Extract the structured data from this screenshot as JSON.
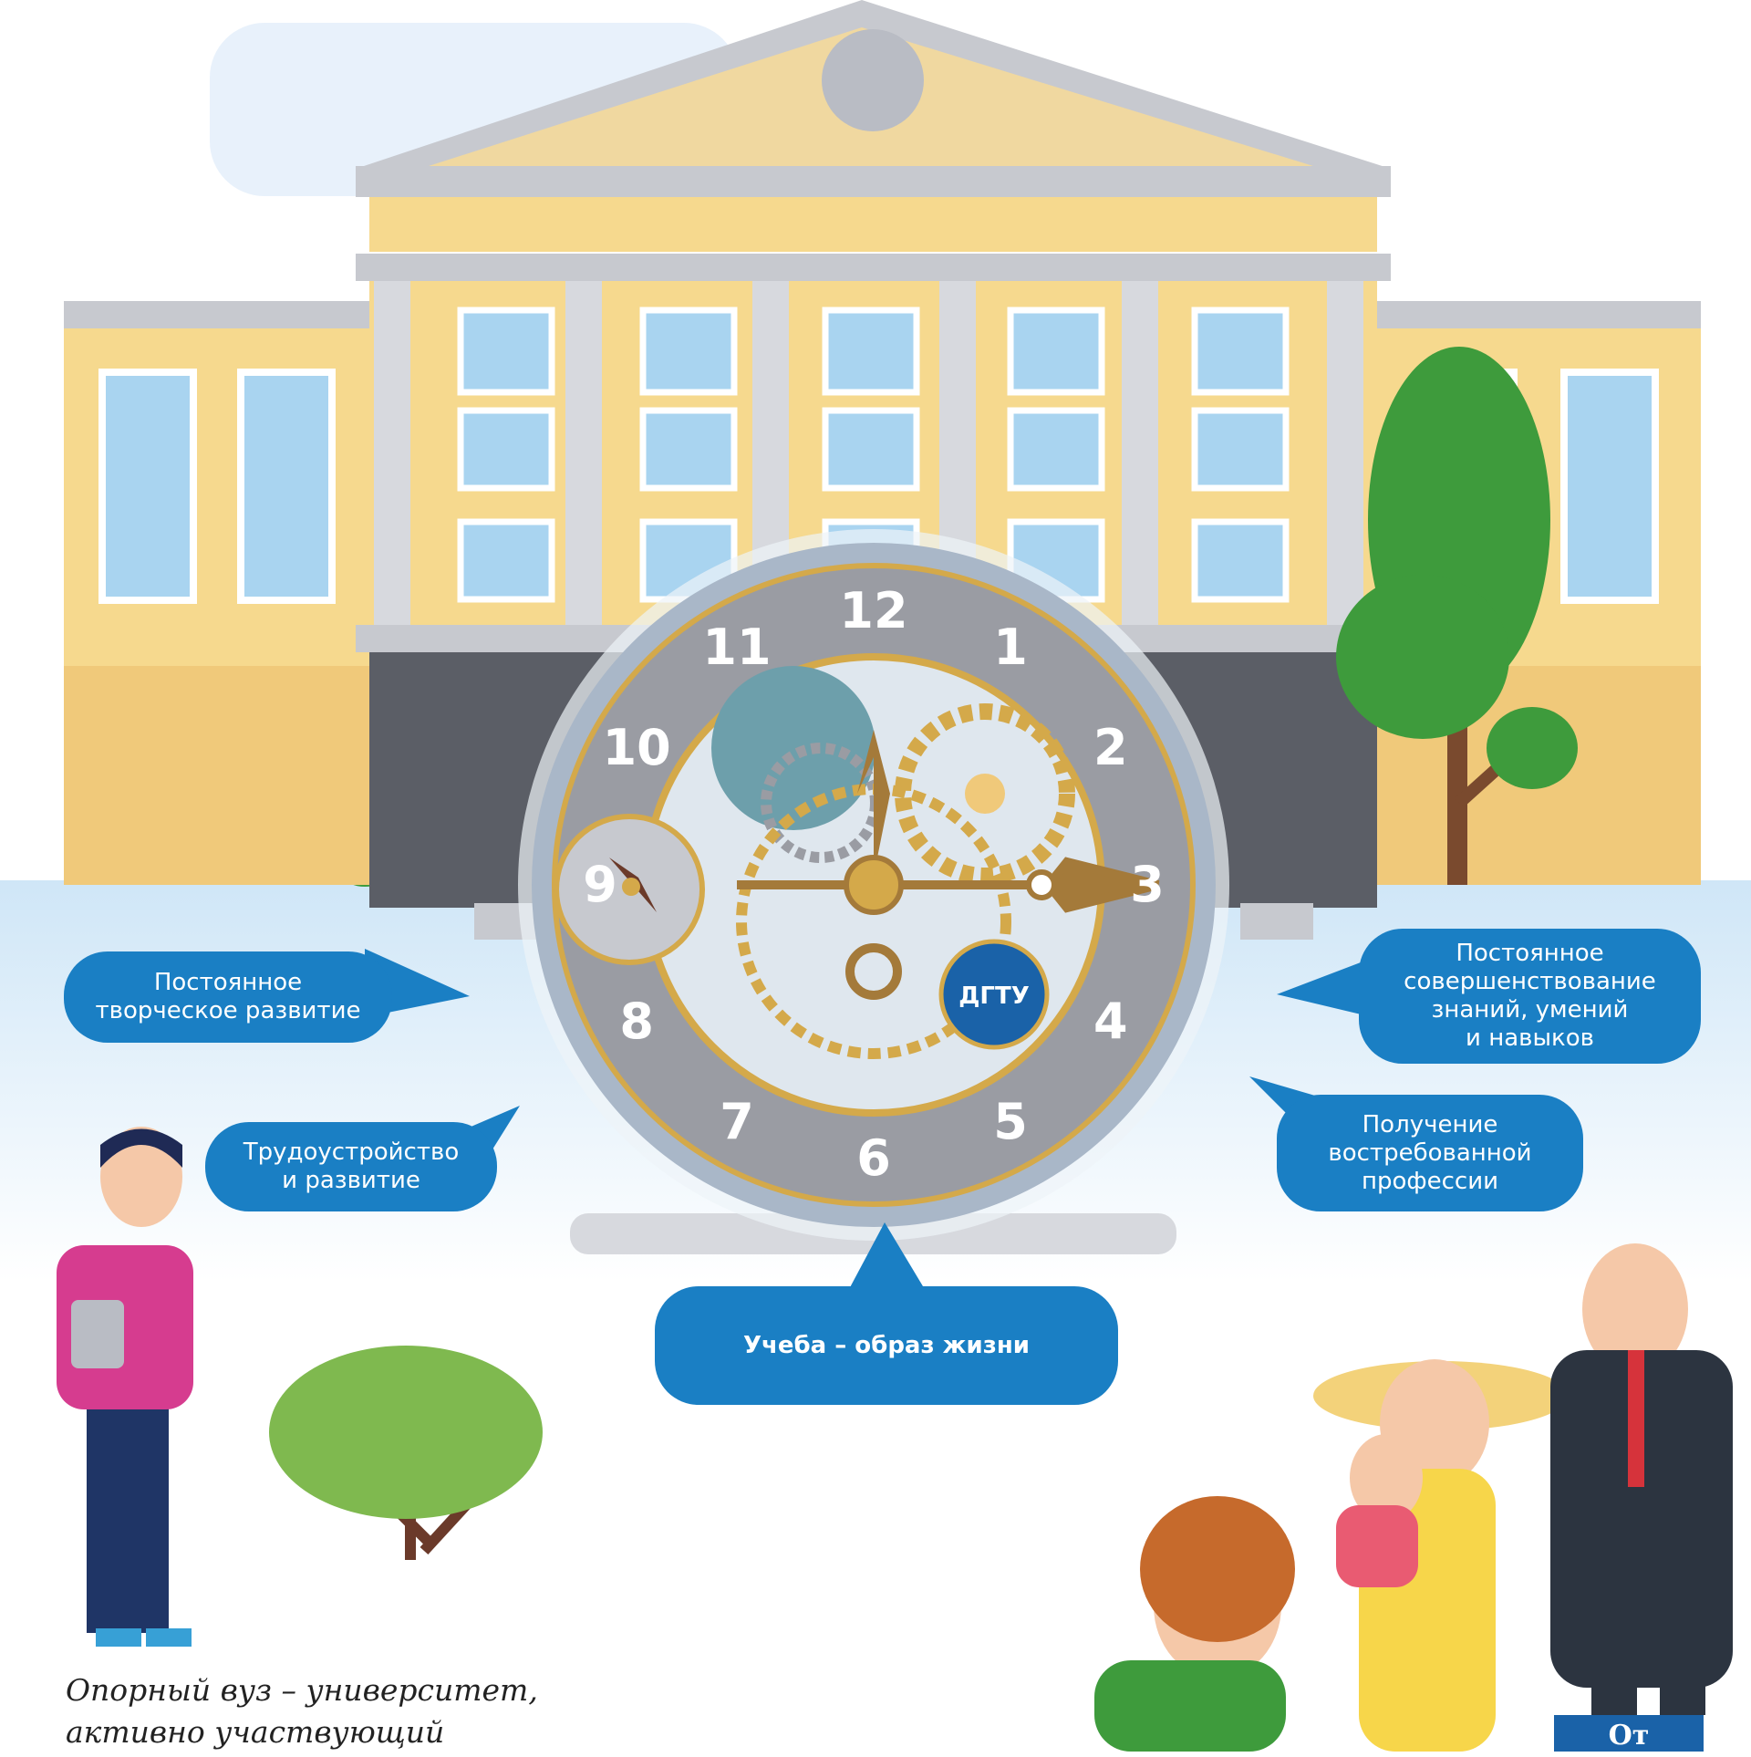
{
  "clock": {
    "numerals": [
      "12",
      "1",
      "2",
      "3",
      "4",
      "5",
      "6",
      "7",
      "8",
      "9",
      "10",
      "11"
    ],
    "logo_text": "ДГТУ"
  },
  "bubbles": {
    "creative": "Постоянное\nтворческое развитие",
    "employment": "Трудоустройство\nи развитие",
    "study": "Учеба – образ жизни",
    "improvement": "Постоянное\nсовершенствование\nзнаний, умений\nи навыков",
    "profession": "Получение\nвостребованной\nпрофессии"
  },
  "caption": "Опорный вуз – университет,\nактивно участвующий",
  "badge": "От",
  "colors": {
    "facade": "#f6d98e",
    "roof": "#b9bcc4",
    "bubble": "#1a7fc4",
    "tree": "#3e9b3c",
    "clock_gold": "#d4a94a"
  }
}
